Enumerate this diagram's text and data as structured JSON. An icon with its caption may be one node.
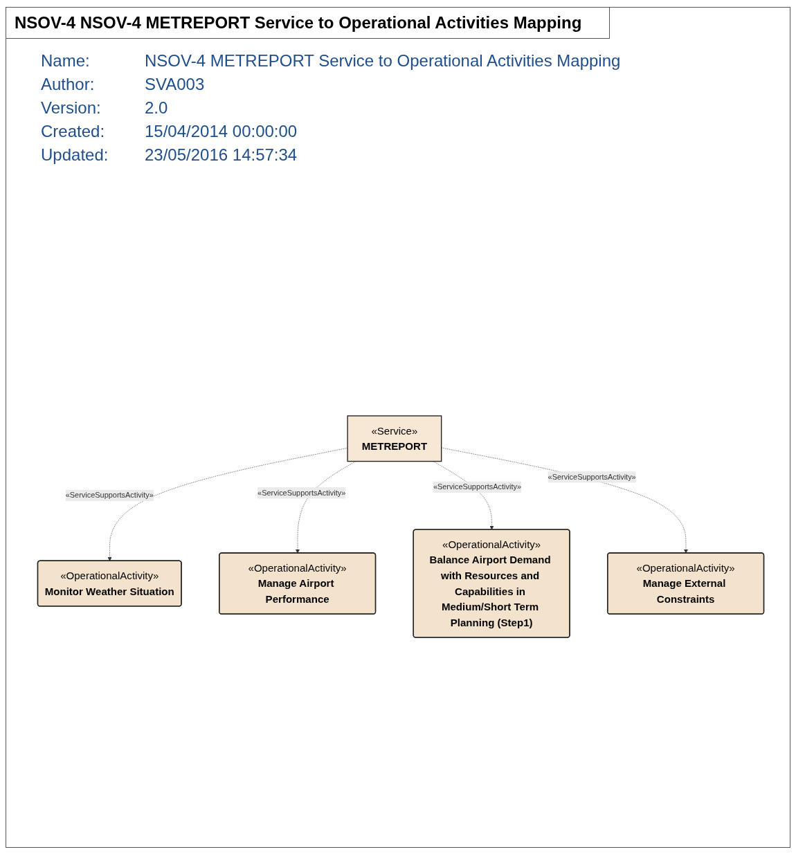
{
  "diagram": {
    "title": "NSOV-4 NSOV-4 METREPORT Service to Operational Activities Mapping",
    "nodes": [
      {
        "text": [
          "«OperationalActivity»",
          "Monitor Weather Situation"
        ]
      },
      {
        "text": [
          "«OperationalActivity»",
          "Manage Airport Performance"
        ]
      },
      {
        "text": [
          "«Service»",
          "METREPORT"
        ]
      },
      {
        "text": [
          "«OperationalActivity»",
          "Balance Airport Demand with Resources and Capabilities in Medium/Short Term Planning (Step1)"
        ]
      },
      {
        "text": [
          "«OperationalActivity»",
          "Manage External Constraints"
        ]
      }
    ],
    "edges": [
      {
        "from": 2,
        "to": 0,
        "arrow": "to",
        "label": "«ServiceSupportsActivity»",
        "style": "dashed"
      },
      {
        "from": 2,
        "to": 1,
        "arrow": "to",
        "label": "«ServiceSupportsActivity»",
        "style": "dashed"
      },
      {
        "from": 2,
        "to": 3,
        "arrow": "to",
        "label": "«ServiceSupportsActivity»",
        "style": "dashed"
      },
      {
        "from": 2,
        "to": 4,
        "arrow": "to",
        "label": "«ServiceSupportsActivity»",
        "style": "dashed"
      }
    ],
    "labels": [
      "Name:",
      "NSOV-4 METREPORT Service to Operational Activities Mapping",
      "Author:",
      "SVA003",
      "Version:",
      "2.0",
      "Created:",
      "15/04/2014 00:00:00",
      "Updated:",
      "23/05/2016 14:57:34"
    ]
  }
}
